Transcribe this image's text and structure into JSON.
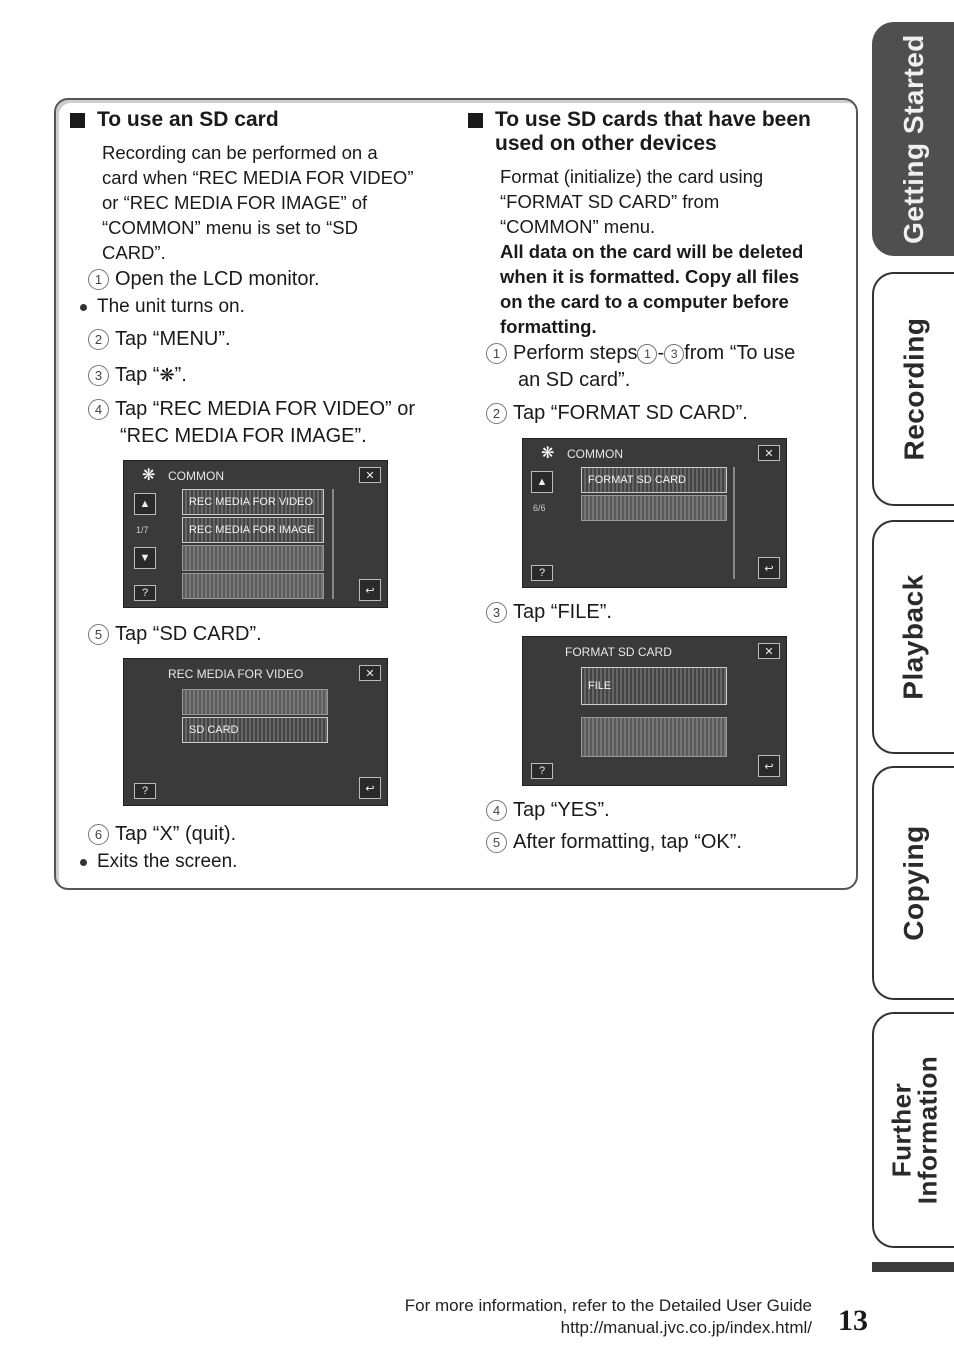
{
  "left": {
    "heading": "To use an SD card",
    "intro": [
      "Recording can be performed on a",
      "card when “REC MEDIA FOR VIDEO”",
      "or “REC MEDIA FOR IMAGE” of",
      "“COMMON” menu is set to “SD",
      "CARD”."
    ],
    "step1": "Open the LCD monitor.",
    "bullet1": "The unit turns on.",
    "step2": "Tap “MENU”.",
    "step3_pre": "Tap “",
    "step3_post": "”.",
    "step4_line1": "Tap “REC MEDIA FOR VIDEO” or",
    "step4_line2": "“REC MEDIA FOR IMAGE”.",
    "screen1": {
      "title": "COMMON",
      "items": [
        "REC MEDIA FOR VIDEO",
        "REC MEDIA FOR IMAGE"
      ],
      "page": "1/7"
    },
    "step5": "Tap “SD CARD”.",
    "screen2": {
      "title": "REC MEDIA FOR VIDEO",
      "item_sd": "SD CARD"
    },
    "step6": "Tap “X” (quit).",
    "bullet2": "Exits the screen."
  },
  "right": {
    "heading_line1": "To use SD cards that have been",
    "heading_line2": "used on other devices",
    "intro": [
      "Format (initialize) the card using",
      "“FORMAT SD CARD” from",
      "“COMMON” menu."
    ],
    "warning": [
      "All data on the card will be deleted",
      "when it is formatted. Copy all files",
      "on the card to a computer before",
      "formatting."
    ],
    "step1_a": "Perform steps",
    "step1_b": "-",
    "step1_c": "from “To use",
    "step1_line2": "an SD card”.",
    "step2": "Tap “FORMAT SD CARD”.",
    "screen3": {
      "title": "COMMON",
      "item": "FORMAT SD CARD",
      "page": "6/6"
    },
    "step3": "Tap “FILE”.",
    "screen4": {
      "title": "FORMAT SD CARD",
      "item": "FILE"
    },
    "step4": "Tap “YES”.",
    "step5": "After formatting, tap “OK”."
  },
  "nums": [
    "1",
    "2",
    "3",
    "4",
    "5",
    "6"
  ],
  "tabs": {
    "getting_started": "Getting Started",
    "recording": "Recording",
    "playback": "Playback",
    "copying": "Copying",
    "further_1": "Further",
    "further_2": "Information"
  },
  "footer": {
    "line1": "For more information, refer to the Detailed User Guide",
    "line2": "http://manual.jvc.co.jp/index.html/",
    "page": "13"
  }
}
